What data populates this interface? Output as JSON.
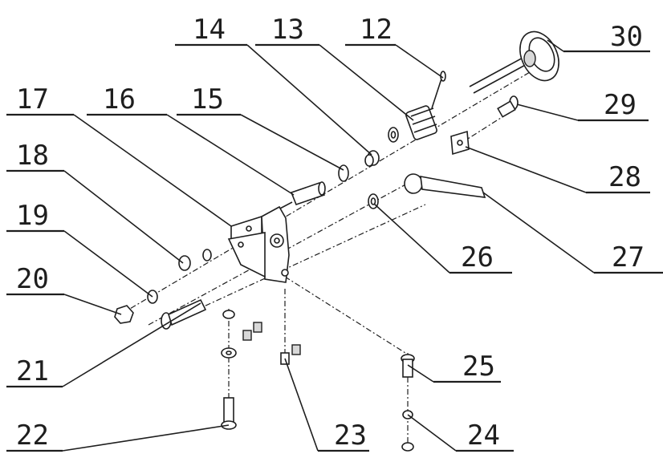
{
  "callouts": {
    "c12": "12",
    "c13": "13",
    "c14": "14",
    "c15": "15",
    "c16": "16",
    "c17": "17",
    "c18": "18",
    "c19": "19",
    "c20": "20",
    "c21": "21",
    "c22": "22",
    "c23": "23",
    "c24": "24",
    "c25": "25",
    "c26": "26",
    "c27": "27",
    "c28": "28",
    "c29": "29",
    "c30": "30"
  },
  "colors": {
    "ink": "#1e1e1e",
    "background": "#ffffff"
  }
}
